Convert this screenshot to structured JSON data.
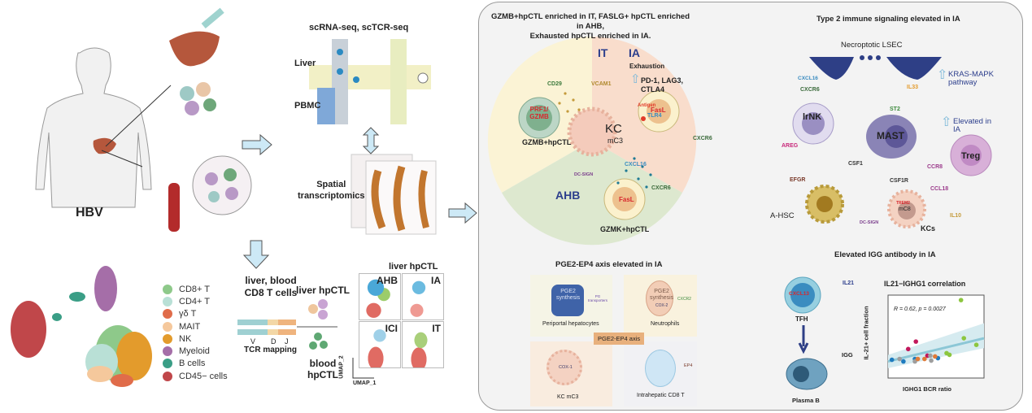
{
  "left": {
    "hbv_label": "HBV",
    "methods": {
      "scrna": "scRNA-seq, scTCR-seq",
      "liver": "Liver",
      "pbmc": "PBMC",
      "spatial": "Spatial\ntranscriptomics"
    },
    "legend": [
      {
        "label": "CD8+ T",
        "color": "#8ec98a"
      },
      {
        "label": "CD4+ T",
        "color": "#b9e0d6"
      },
      {
        "label": "γδ T",
        "color": "#e06c4a"
      },
      {
        "label": "MAIT",
        "color": "#f5c89c"
      },
      {
        "label": "NK",
        "color": "#e39b2c"
      },
      {
        "label": "Myeloid",
        "color": "#a56ea8"
      },
      {
        "label": "B cells",
        "color": "#3a9e86"
      },
      {
        "label": "CD45− cells",
        "color": "#c0474a"
      }
    ],
    "tcr": {
      "title_line1": "liver, blood",
      "title_line2": "CD8 T cells",
      "v": "V",
      "d": "D",
      "j": "J",
      "caption": "TCR mapping"
    },
    "liver_hpctl": "liver hpCTL",
    "blood_hpctl_1": "blood",
    "blood_hpctl_2": "hpCTL",
    "umap_grid": {
      "title": "liver hpCTL",
      "panels": [
        "AHB",
        "IA",
        "ICI",
        "IT"
      ],
      "xlabel": "UMAP_1",
      "ylabel": "UMAP_2"
    }
  },
  "pie": {
    "title_line1": "GZMB+hpCTL enriched in IT, FASLG+ hpCTL enriched in AHB,",
    "title_line2": "Exhausted hpCTL enriched in IA.",
    "sectors": [
      "IT",
      "IA",
      "AHB"
    ],
    "exhaustion": "Exhaustion",
    "exhaustion_markers_1": "PD-1, LAG3,",
    "exhaustion_markers_2": "CTLA4",
    "cd29": "CD29",
    "vcam1": "VCAM1",
    "prf1": "PRF1/",
    "gzmb": "GZMB",
    "gzmb_hpctl": "GZMB+hpCTL",
    "kc": "KC",
    "mc3": "mC3",
    "antigen": "Antigen",
    "tlr4": "TLR4",
    "fasl": "FasL",
    "cxcr6": "CXCR6",
    "cxcl16": "CXCL16",
    "dc_sign": "DC-SIGN",
    "gzmk_hpctl": "GZMK+hpCTL",
    "colors": {
      "IT": "#fbf3d5",
      "IA": "#f9ddcc",
      "AHB": "#dde8cf"
    }
  },
  "type2": {
    "title": "Type 2 immune signaling elevated in IA",
    "lsec": "Necroptotic LSEC",
    "cxcl16": "CXCL16",
    "cxcr6": "CXCR6",
    "irnk": "lrNK",
    "il33": "IL33",
    "st2": "ST2",
    "mast": "MAST",
    "kras_1": "KRAS-MAPK",
    "kras_2": "pathway",
    "elevated_1": "Elevated in",
    "elevated_2": "IA",
    "treg": "Treg",
    "ccr8": "CCR8",
    "areg": "AREG",
    "efgr": "EFGR",
    "ahsc": "A-HSC",
    "csf1": "CSF1",
    "csf1r": "CSF1R",
    "ccl18": "CCL18",
    "trem2": "TREM2",
    "mc8": "mC8",
    "il10": "IL10",
    "dc_sign": "DC-SIGN",
    "kcs": "KCs"
  },
  "pge2": {
    "title": "PGE2-EP4 axis elevated in IA",
    "hep_synth_1": "PGE2",
    "hep_synth_2": "synthesis",
    "pg_transporters_1": "PG",
    "pg_transporters_2": "transporters",
    "periportal": "Periportal hepatocytes",
    "neu_synth_1": "PGE2",
    "neu_synth_2": "synthesis",
    "cox2": "COX-2",
    "cxcr2": "CXCR2",
    "neutrophils": "Neutrophils",
    "axis": "PGE2-EP4 axis",
    "cox1": "COX-1",
    "kc_mc3": "KC mC3",
    "ep4": "EP4",
    "cd8t": "Intrahepatic CD8 T"
  },
  "igg": {
    "title": "Elevated IGG antibody in IA",
    "cxcl13": "CXCL13",
    "il21": "IL21",
    "tfh": "TFH",
    "igg": "IGG",
    "plasma_b": "Plasma B"
  },
  "chart_data": {
    "type": "scatter",
    "title": "IL21−IGHG1 correlation",
    "xlabel": "IGHG1 BCR ratio",
    "ylabel": "IL-21+ cell  fraction",
    "annotation": "R = 0.62, p = 0.0027",
    "xlim": [
      0,
      1
    ],
    "ylim": [
      0,
      1
    ],
    "grid": false,
    "fit_line": {
      "x": [
        0,
        1
      ],
      "y": [
        0.2,
        0.48
      ],
      "color": "#8cc7d6"
    },
    "series": [
      {
        "color": "#8cc63f",
        "points": [
          [
            0.76,
            0.94
          ],
          [
            0.79,
            0.48
          ],
          [
            0.92,
            0.4
          ],
          [
            0.61,
            0.3
          ],
          [
            0.64,
            0.28
          ]
        ]
      },
      {
        "color": "#c2185b",
        "points": [
          [
            0.29,
            0.44
          ],
          [
            0.21,
            0.35
          ],
          [
            0.41,
            0.27
          ]
        ]
      },
      {
        "color": "#1e7bbf",
        "points": [
          [
            0.04,
            0.22
          ],
          [
            0.16,
            0.2
          ],
          [
            0.28,
            0.23
          ],
          [
            0.52,
            0.24
          ]
        ]
      },
      {
        "color": "#9e9e9e",
        "points": [
          [
            0.12,
            0.23
          ],
          [
            0.28,
            0.2
          ],
          [
            0.44,
            0.27
          ],
          [
            0.45,
            0.21
          ]
        ]
      },
      {
        "color": "#e07b39",
        "points": [
          [
            0.31,
            0.23
          ],
          [
            0.38,
            0.23
          ],
          [
            0.49,
            0.26
          ]
        ]
      }
    ]
  }
}
